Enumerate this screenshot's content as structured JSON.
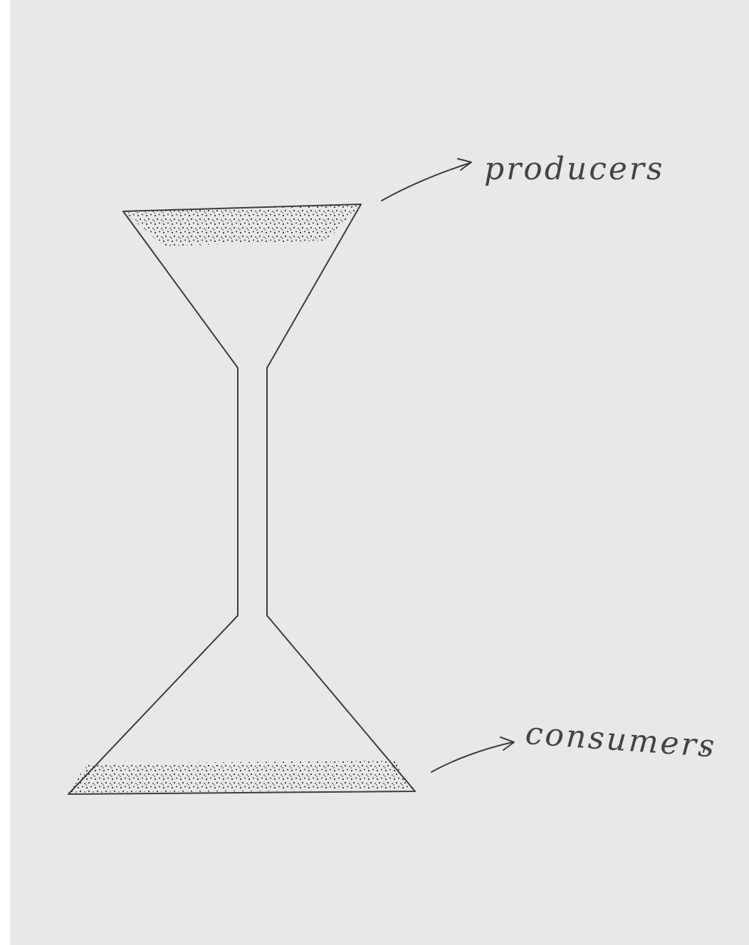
{
  "diagram": {
    "nodes": [
      {
        "id": "producers",
        "label": "producers",
        "role": "top funnel"
      },
      {
        "id": "consumers",
        "label": "consumers",
        "role": "bottom funnel"
      }
    ],
    "edges": [
      {
        "from": "producers",
        "to": "consumers",
        "shape": "narrow neck"
      }
    ]
  },
  "labels": {
    "producers": "producers",
    "consumers": "consumers"
  },
  "colors": {
    "paper": "#e9e8e6",
    "pencil": "#3c3c3c"
  }
}
